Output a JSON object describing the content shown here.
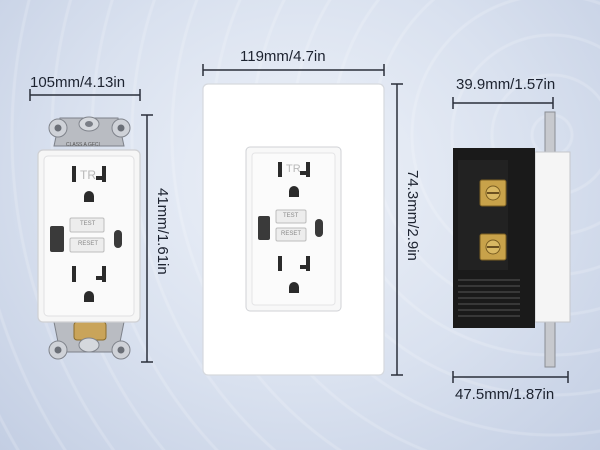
{
  "dimensions": {
    "outlet_width": "105mm/4.13in",
    "outlet_height": "41mm/1.61in",
    "plate_width": "119mm/4.7in",
    "plate_height": "74.3mm/2.9in",
    "side_depth_top": "39.9mm/1.57in",
    "side_depth_bottom": "47.5mm/1.87in"
  },
  "outlet_markings": {
    "tr": "TR",
    "class_label": "CLASS A GFCI",
    "test": "TEST",
    "reset": "RESET"
  },
  "colors": {
    "dimension_line": "#2a2f3a",
    "plate": "#ffffff",
    "outlet_body": "#f6f6f6",
    "housing": "#1a1a1a",
    "brass": "#c8a24a"
  }
}
